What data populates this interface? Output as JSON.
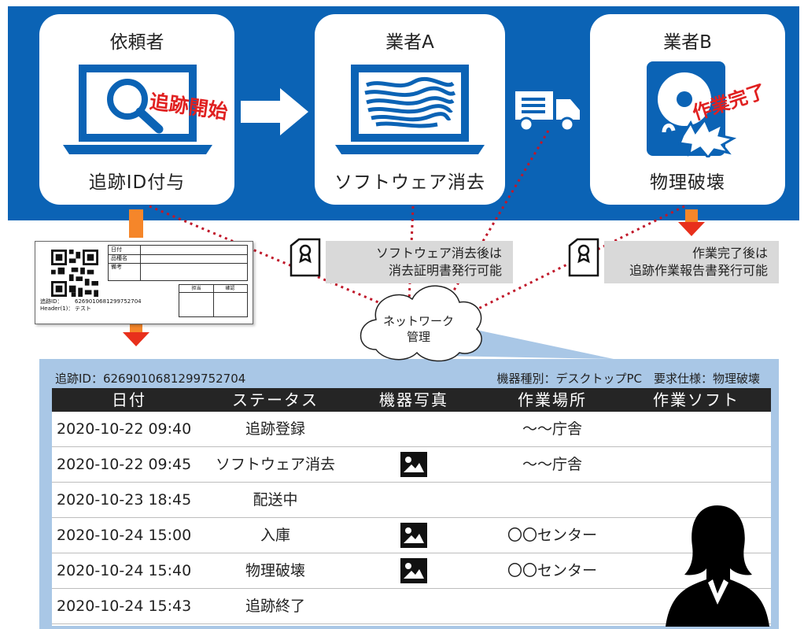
{
  "actors": [
    {
      "name": "依頼者",
      "caption": "追跡ID付与",
      "stamp": "追跡開始",
      "icon": "laptop-search-icon"
    },
    {
      "name": "業者A",
      "caption": "ソフトウェア消去",
      "icon": "laptop-scribble-icon"
    },
    {
      "name": "業者B",
      "caption": "物理破壊",
      "stamp": "作業完了",
      "icon": "broken-hdd-icon"
    }
  ],
  "notes": {
    "software": [
      "ソフトウェア消去後は",
      "消去証明書発行可能"
    ],
    "work": [
      "作業完了後は",
      "追跡作業報告書発行可能"
    ]
  },
  "cloud": {
    "lines": [
      "ネットワーク",
      "管理"
    ]
  },
  "label_card": {
    "fields": [
      "日付",
      "品種名",
      "備考"
    ],
    "checks": [
      "担当",
      "確認"
    ],
    "tracking_label": "追跡ID：",
    "tracking_value": "6269010681299752704",
    "header_label": "Header(1)：",
    "header_value": "テスト"
  },
  "table": {
    "tracking_id": "追跡ID：6269010681299752704",
    "spec": "機器種別：デスクトップPC　要求仕様：物理破壊",
    "columns": [
      "日付",
      "ステータス",
      "機器写真",
      "作業場所",
      "作業ソフト"
    ],
    "rows": [
      {
        "date": "2020-10-22 09:40",
        "status": "追跡登録",
        "photo": false,
        "place": "～～庁舎",
        "software": ""
      },
      {
        "date": "2020-10-22 09:45",
        "status": "ソフトウェア消去",
        "photo": true,
        "place": "～～庁舎",
        "software": ""
      },
      {
        "date": "2020-10-23 18:45",
        "status": "配送中",
        "photo": false,
        "place": "",
        "software": ""
      },
      {
        "date": "2020-10-24 15:00",
        "status": "入庫",
        "photo": true,
        "place": "〇〇センター",
        "software": ""
      },
      {
        "date": "2020-10-24 15:40",
        "status": "物理破壊",
        "photo": true,
        "place": "〇〇センター",
        "software": ""
      },
      {
        "date": "2020-10-24 15:43",
        "status": "追跡終了",
        "photo": false,
        "place": "",
        "software": ""
      }
    ]
  },
  "colors": {
    "band": "#0b63b5",
    "panel": "#a9c7e6",
    "stamp": "#e02020",
    "arrow_orange": "#f5862a",
    "arrow_red": "#e8301c",
    "dotted": "#c0182a"
  }
}
